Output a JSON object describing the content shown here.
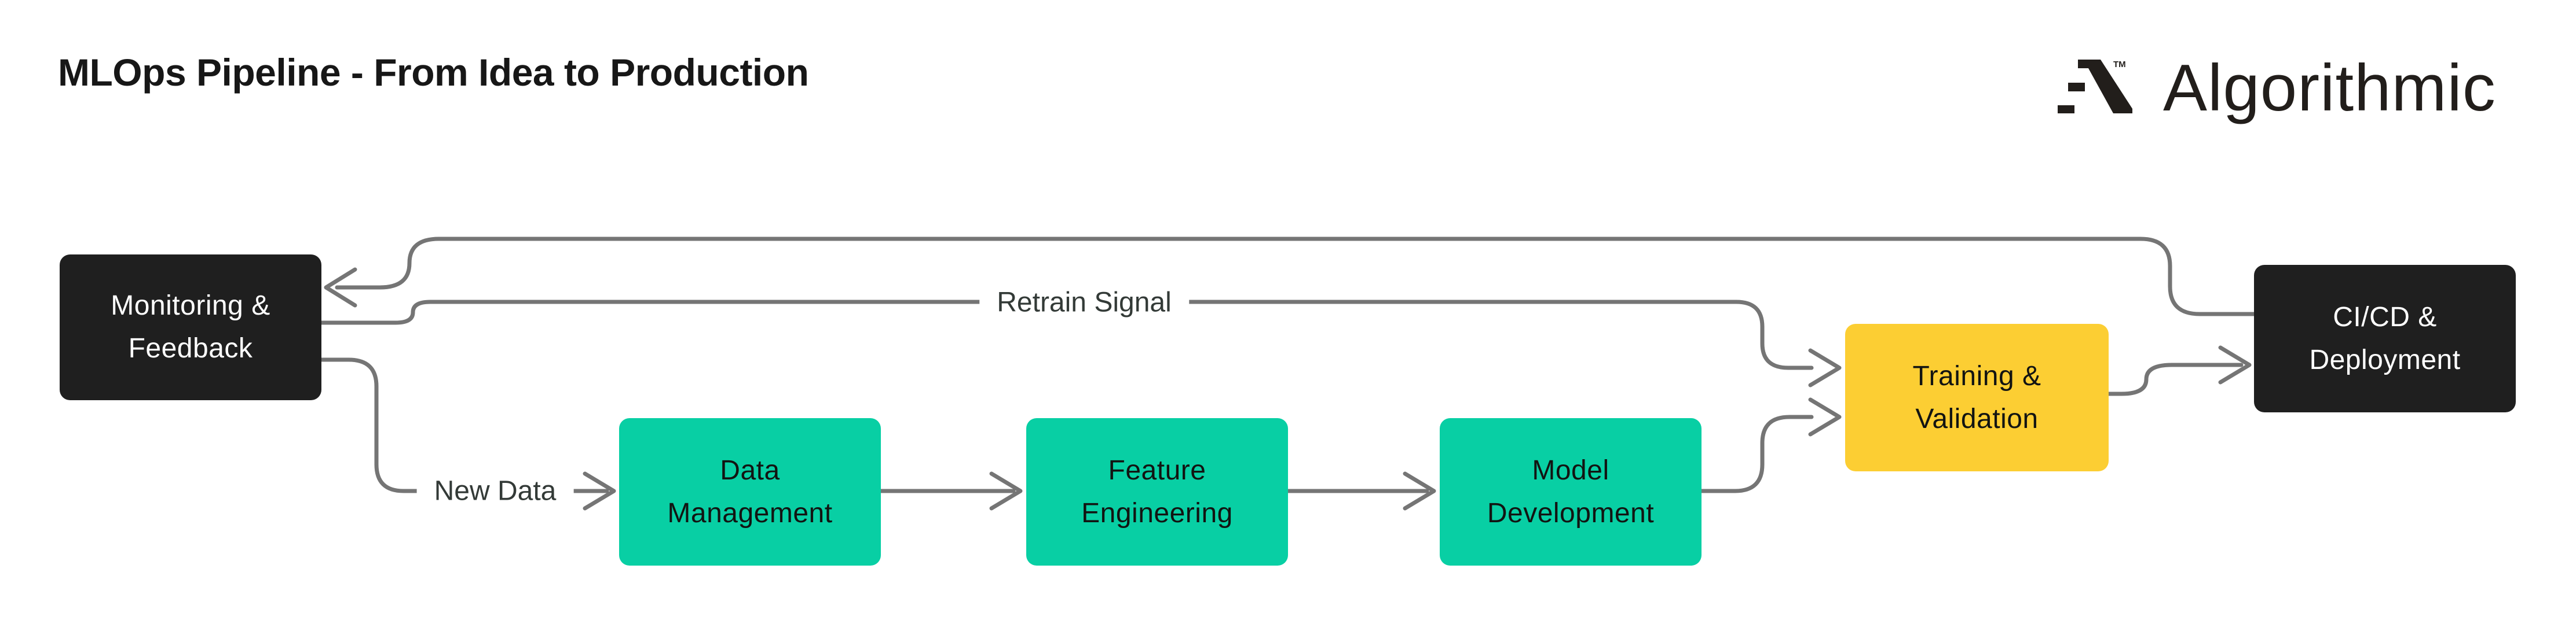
{
  "page": {
    "title": "MLOps Pipeline - From Idea to Production"
  },
  "brand": {
    "name": "Algorithmic",
    "trademark": "TM",
    "logo_icon": "algorithmic-mark"
  },
  "colors": {
    "node_dark": "#1f1f1f",
    "node_teal": "#08cfa4",
    "node_yellow": "#fcce33",
    "connector": "#757575",
    "label_text": "#333a37",
    "text_on_dark": "#ffffff",
    "text_on_light": "#121412",
    "title_text": "#171717",
    "brand_text": "#221e1b"
  },
  "diagram": {
    "nodes": [
      {
        "id": "monitoring",
        "label_lines": [
          "Monitoring &",
          "Feedback"
        ],
        "style": "dark"
      },
      {
        "id": "data-management",
        "label_lines": [
          "Data",
          "Management"
        ],
        "style": "teal"
      },
      {
        "id": "feature-engineering",
        "label_lines": [
          "Feature",
          "Engineering"
        ],
        "style": "teal"
      },
      {
        "id": "model-development",
        "label_lines": [
          "Model",
          "Development"
        ],
        "style": "teal"
      },
      {
        "id": "training-validation",
        "label_lines": [
          "Training &",
          "Validation"
        ],
        "style": "yellow"
      },
      {
        "id": "cicd-deployment",
        "label_lines": [
          "CI/CD &",
          "Deployment"
        ],
        "style": "dark"
      }
    ],
    "edges": [
      {
        "from": "cicd-deployment",
        "to": "monitoring",
        "label": ""
      },
      {
        "from": "monitoring",
        "to": "training-validation",
        "label": "Retrain Signal"
      },
      {
        "from": "monitoring",
        "to": "data-management",
        "label": "New Data"
      },
      {
        "from": "data-management",
        "to": "feature-engineering",
        "label": ""
      },
      {
        "from": "feature-engineering",
        "to": "model-development",
        "label": ""
      },
      {
        "from": "model-development",
        "to": "training-validation",
        "label": ""
      },
      {
        "from": "training-validation",
        "to": "cicd-deployment",
        "label": ""
      }
    ]
  }
}
